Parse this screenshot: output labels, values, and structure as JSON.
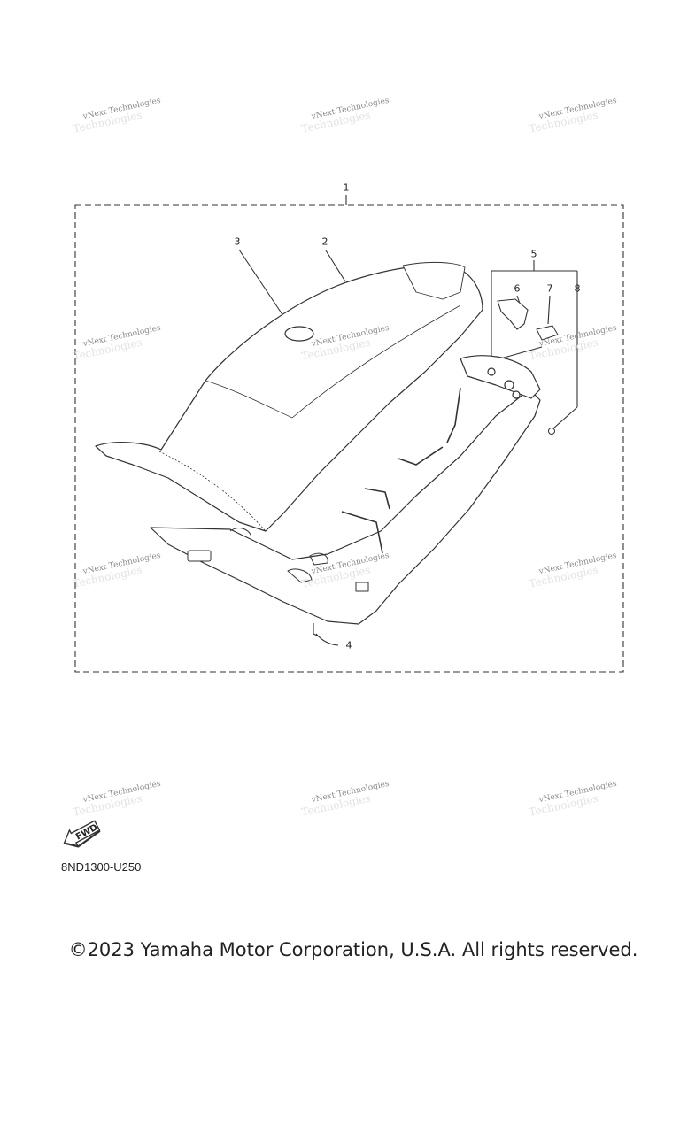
{
  "watermark": {
    "text": "vNext Technologies"
  },
  "callouts": [
    {
      "id": "1",
      "label": "1"
    },
    {
      "id": "2",
      "label": "2"
    },
    {
      "id": "3",
      "label": "3"
    },
    {
      "id": "4",
      "label": "4"
    },
    {
      "id": "5",
      "label": "5"
    },
    {
      "id": "6",
      "label": "6"
    },
    {
      "id": "7",
      "label": "7"
    },
    {
      "id": "8",
      "label": "8"
    }
  ],
  "fwd_label": "FWD",
  "part_code": "8ND1300-U250",
  "copyright": "©2023 Yamaha Motor Corporation, U.S.A. All rights reserved.",
  "colors": {
    "line": "#333333",
    "watermark": "#8a8a8a",
    "background": "#ffffff"
  },
  "icons": [
    "fwd-arrow-icon",
    "seat-drawing"
  ]
}
